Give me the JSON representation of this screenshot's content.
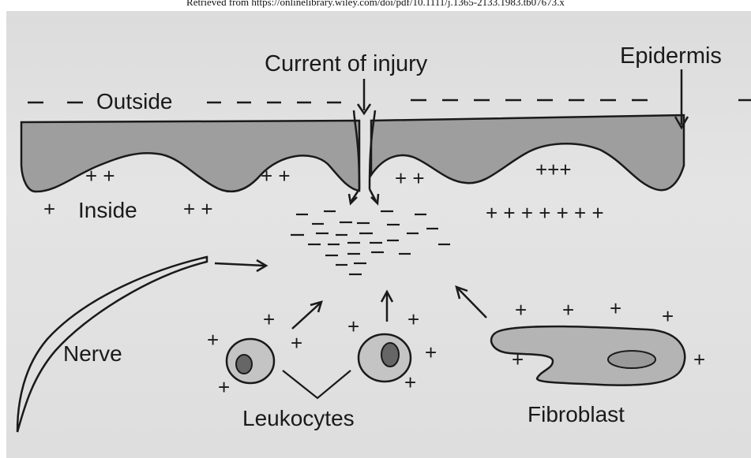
{
  "caption": "Retrieved from https://onlinelibrary.wiley.com/doi/pdf/10.1111/j.1365-2133.1983.tb07673.x",
  "labels": {
    "current_of_injury": "Current of injury",
    "epidermis": "Epidermis",
    "outside": "Outside",
    "inside": "Inside",
    "nerve": "Nerve",
    "leukocytes": "Leukocytes",
    "fibroblast": "Fibroblast"
  },
  "signs": {
    "minus": "–",
    "plus": "+",
    "double_plus": "+ +",
    "triple_plus": "+++",
    "plus_row": "+ + + + + + +"
  },
  "colors": {
    "background": "#e0e0e0",
    "ink": "#1a1a1a",
    "fill": "#9e9e9e"
  }
}
